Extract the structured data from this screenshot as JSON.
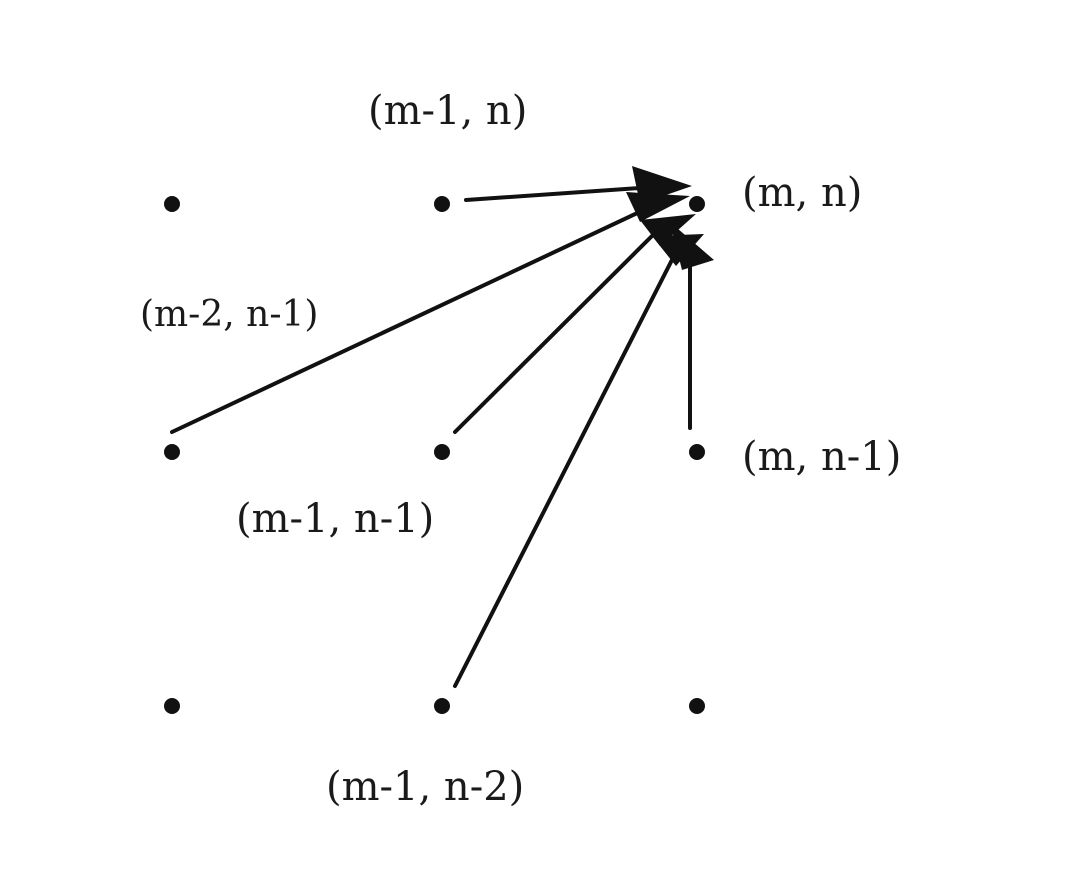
{
  "diagram": {
    "labels": {
      "top_left_neighbor": "(m-1, n)",
      "target": "(m, n)",
      "diag_far": "(m-2, n-1)",
      "center": "(m-1, n-1)",
      "right_below": "(m, n-1)",
      "bottom_mid": "(m-1, n-2)"
    },
    "grid": {
      "rows": 3,
      "cols": 3
    },
    "colors": {
      "ink": "#111111",
      "background": "#ffffff"
    }
  }
}
